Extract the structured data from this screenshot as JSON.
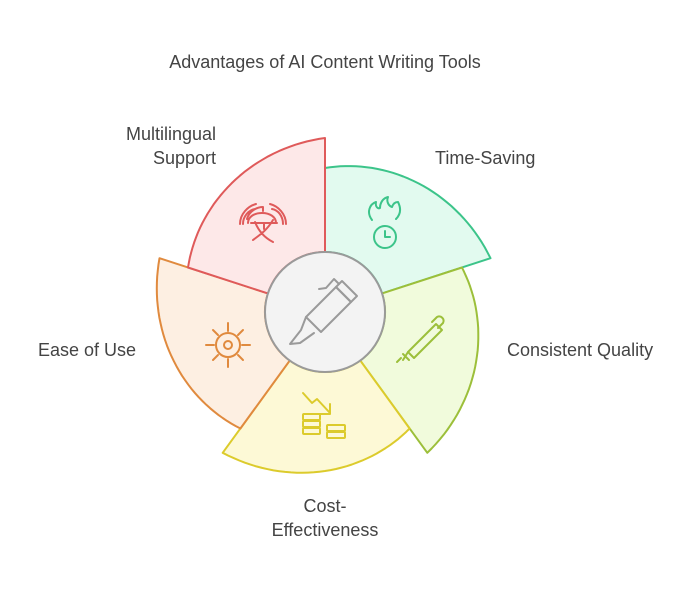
{
  "title": "Advantages of AI Content Writing Tools",
  "center": {
    "icon": "highlighter-icon",
    "stroke": "#9a9a9a",
    "fill": "#f3f3f3"
  },
  "segments": [
    {
      "label_lines": [
        "Time-Saving"
      ],
      "icon": "fire-clock-icon",
      "stroke": "#3cc48a",
      "fill": "#e2faef"
    },
    {
      "label_lines": [
        "Consistent Quality"
      ],
      "icon": "pen-icon",
      "stroke": "#9cbf3a",
      "fill": "#f1fbdc"
    },
    {
      "label_lines": [
        "Cost-",
        "Effectiveness"
      ],
      "icon": "coins-down-icon",
      "stroke": "#dccb2c",
      "fill": "#fdf9d6"
    },
    {
      "label_lines": [
        "Ease of Use"
      ],
      "icon": "sun-gear-icon",
      "stroke": "#e08a3e",
      "fill": "#fdefe2"
    },
    {
      "label_lines": [
        "Multilingual",
        "Support"
      ],
      "icon": "translate-icon",
      "stroke": "#df5a5a",
      "fill": "#fde8e8"
    }
  ]
}
